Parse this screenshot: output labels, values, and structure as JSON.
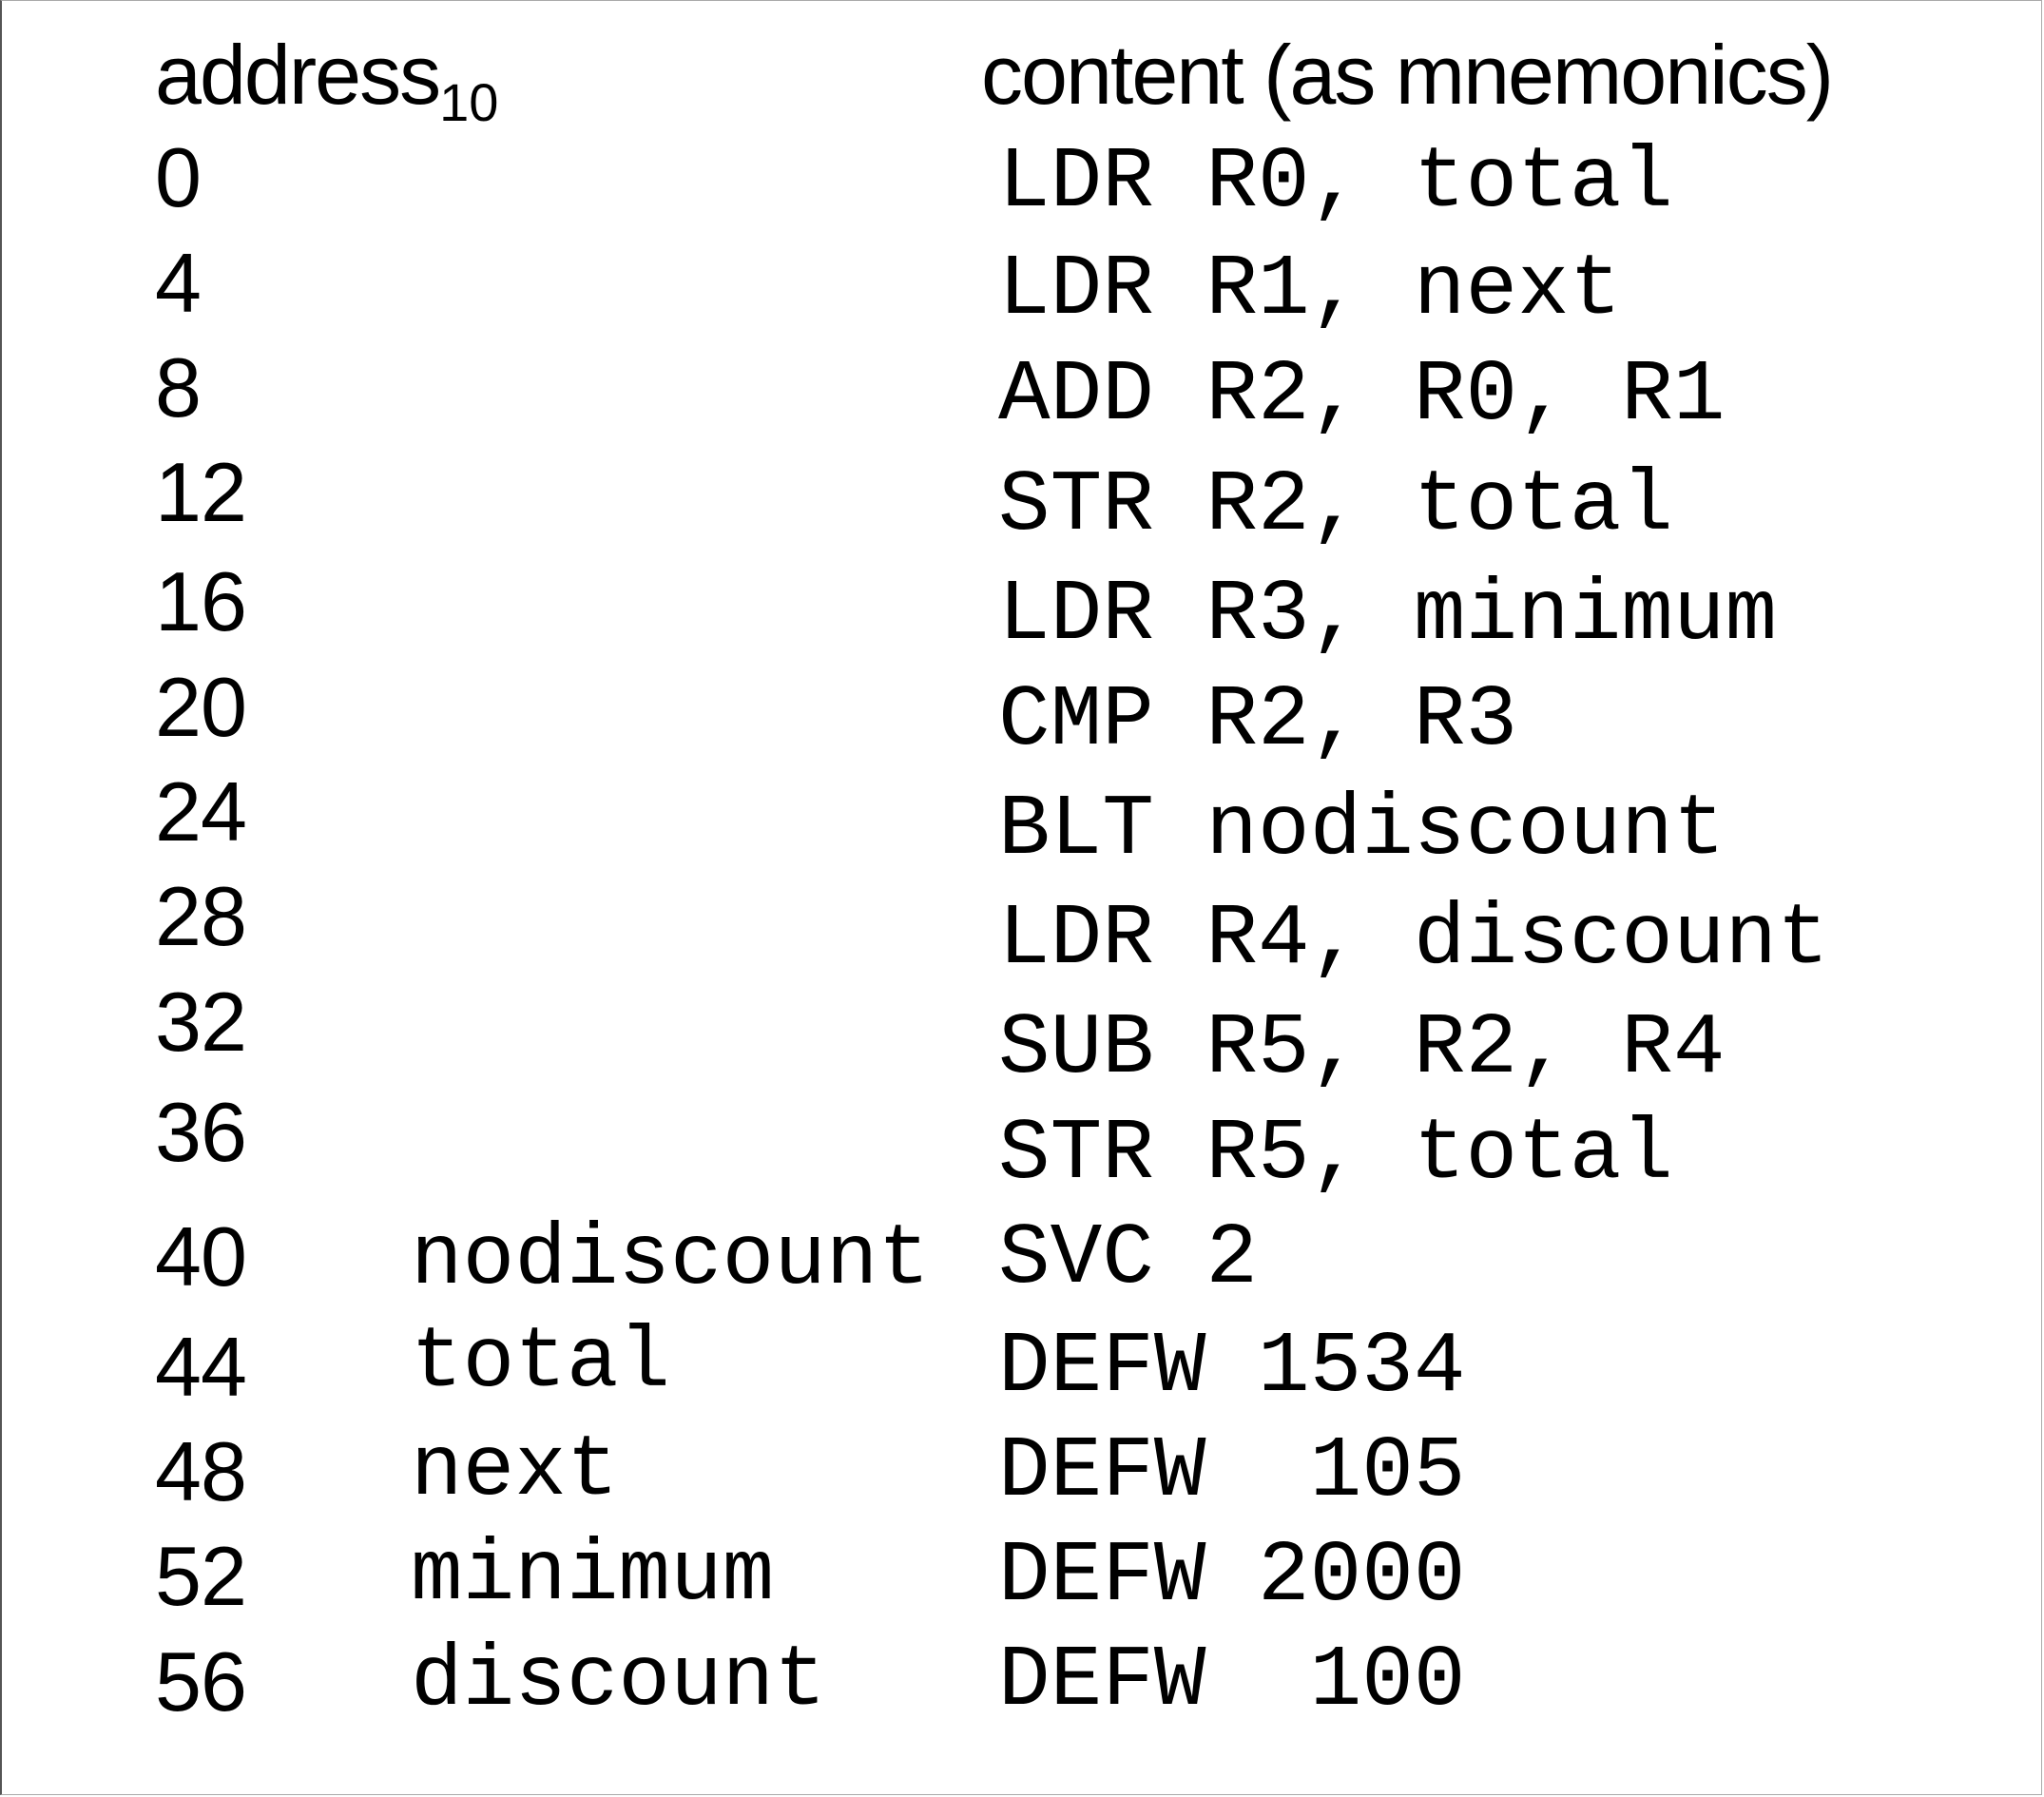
{
  "header": {
    "address_label": "address",
    "address_subscript": "10",
    "content_label": "content (as mnemonics)"
  },
  "rows": [
    {
      "address": "0",
      "label": "",
      "content": "LDR R0, total"
    },
    {
      "address": "4",
      "label": "",
      "content": "LDR R1, next"
    },
    {
      "address": "8",
      "label": "",
      "content": "ADD R2, R0, R1"
    },
    {
      "address": "12",
      "label": "",
      "content": "STR R2, total"
    },
    {
      "address": "16",
      "label": "",
      "content": "LDR R3, minimum"
    },
    {
      "address": "20",
      "label": "",
      "content": "CMP R2, R3"
    },
    {
      "address": "24",
      "label": "",
      "content": "BLT nodiscount"
    },
    {
      "address": "28",
      "label": "",
      "content": "LDR R4, discount"
    },
    {
      "address": "32",
      "label": "",
      "content": "SUB R5, R2, R4"
    },
    {
      "address": "36",
      "label": "",
      "content": "STR R5, total"
    },
    {
      "address": "40",
      "label": "nodiscount",
      "content": "SVC 2"
    },
    {
      "address": "44",
      "label": "total",
      "content": "DEFW 1534"
    },
    {
      "address": "48",
      "label": "next",
      "content": "DEFW  105"
    },
    {
      "address": "52",
      "label": "minimum",
      "content": "DEFW 2000"
    },
    {
      "address": "56",
      "label": "discount",
      "content": "DEFW  100"
    }
  ]
}
